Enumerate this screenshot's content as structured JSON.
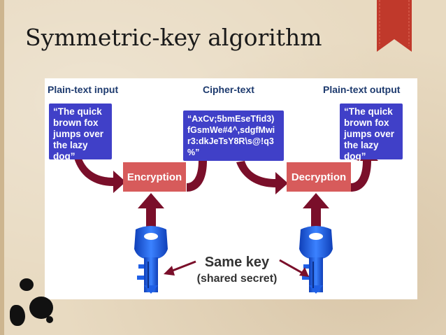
{
  "slide": {
    "title": "Symmetric-key algorithm"
  },
  "diagram": {
    "labels": {
      "input": "Plain-text input",
      "cipher": "Cipher-text",
      "output": "Plain-text output"
    },
    "plain_input_text": "“The quick\nbrown fox\njumps over\nthe lazy\ndog”",
    "cipher_text": "“AxCv;5bmEseTfid3)\nfGsmWe#4^,sdgfMwi\nr3:dkJeTsY8R\\s@!q3\n%”",
    "plain_output_text": "“The quick\nbrown fox\njumps over\nthe lazy\ndog”",
    "encryption_label": "Encryption",
    "decryption_label": "Decryption",
    "key_label": "Same key",
    "key_sublabel": "(shared secret)"
  },
  "colors": {
    "text_box": "#4040c8",
    "process_box": "#d75b5b",
    "arrow": "#7a0f2a",
    "key": "#1f5fe6",
    "bookmark": "#c0392b"
  },
  "icons": [
    "bookmark-ribbon-icon",
    "key-icon",
    "curved-arrow-icon",
    "ink-blot-decoration"
  ]
}
